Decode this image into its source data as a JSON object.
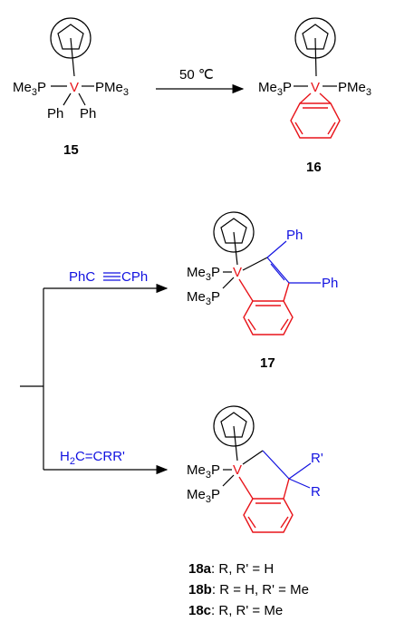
{
  "reaction1": {
    "compound15": {
      "label": "15",
      "metal": "V",
      "ligand_left": "Me",
      "ligand_left_sub": "3",
      "ligand_left_p": "P",
      "ligand_right": "PMe",
      "ligand_right_sub": "3",
      "ph1": "Ph",
      "ph2": "Ph"
    },
    "condition": "50 ℃",
    "compound16": {
      "label": "16",
      "metal": "V",
      "ligand_left": "Me",
      "ligand_left_sub": "3",
      "ligand_left_p": "P",
      "ligand_right": "PMe",
      "ligand_right_sub": "3"
    }
  },
  "reaction2": {
    "reagent_top": "PhC≡CPh",
    "reagent_top_left": "PhC",
    "reagent_top_right": "CPh",
    "compound17": {
      "label": "17",
      "metal": "V",
      "l1": "Me",
      "l1_sub": "3",
      "l1_p": "P",
      "l2": "Me",
      "l2_sub": "3",
      "l2_p": "P",
      "ph_top": "Ph",
      "ph_right": "Ph"
    },
    "reagent_bottom_h": "H",
    "reagent_bottom_sub": "2",
    "reagent_bottom_rest": "C=CRR'",
    "compound18": {
      "metal": "V",
      "l1": "Me",
      "l1_sub": "3",
      "l1_p": "P",
      "l2": "Me",
      "l2_sub": "3",
      "l2_p": "P",
      "r_prime": "R'",
      "r": "R"
    },
    "legend": [
      {
        "label": "18a",
        "text": ": R, R' = H"
      },
      {
        "label": "18b",
        "text": ": R = H, R' = Me"
      },
      {
        "label": "18c",
        "text": ": R, R' = Me"
      }
    ]
  }
}
